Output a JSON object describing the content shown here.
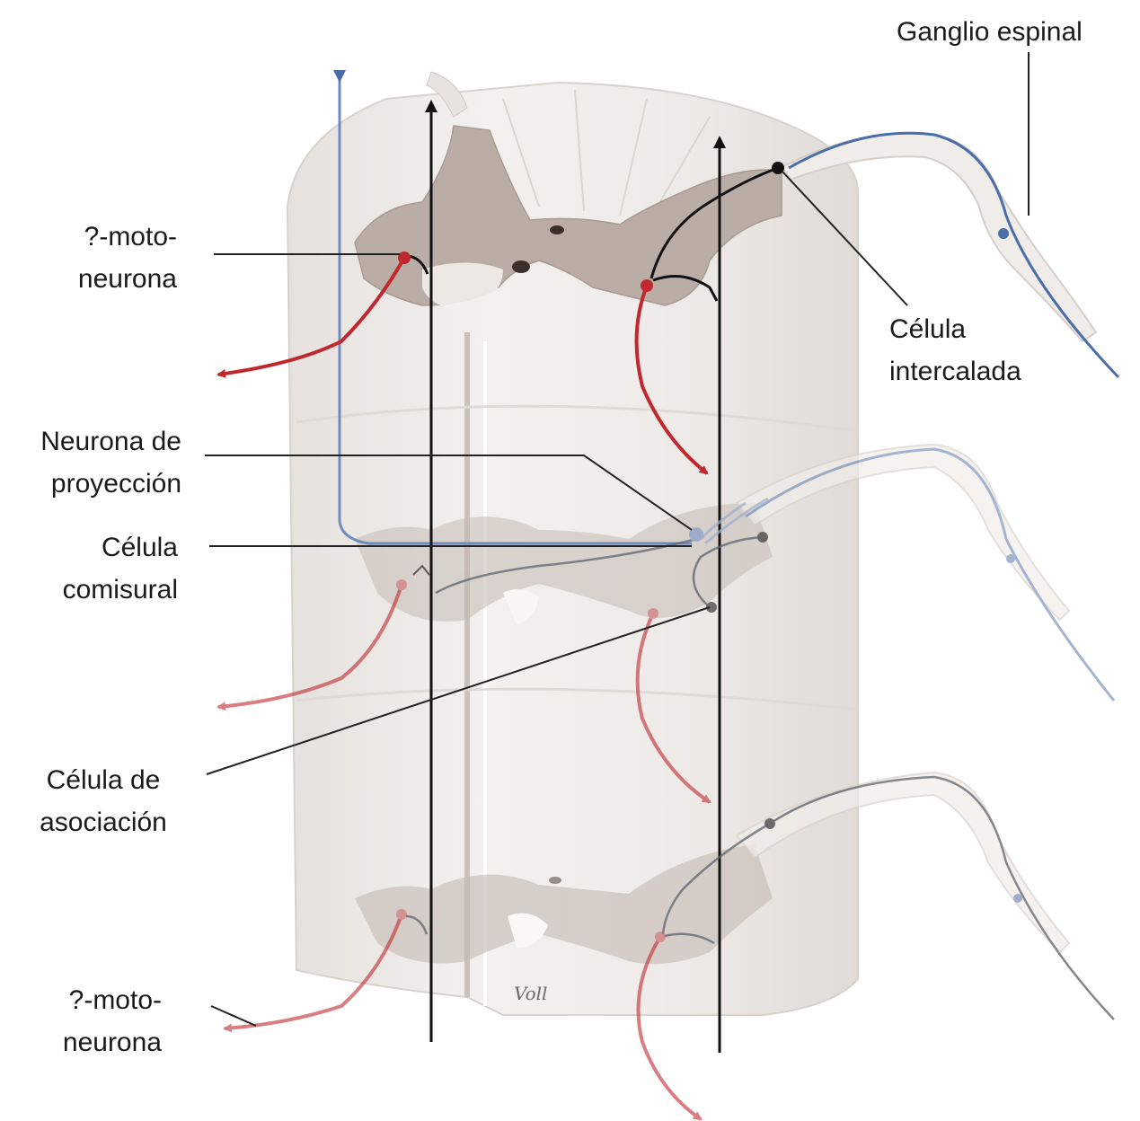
{
  "labels": {
    "ganglio": "Ganglio espinal",
    "motoneurona_top": {
      "line1": "?-moto-",
      "line2": "neurona"
    },
    "celula_intercalada": {
      "line1": "Célula",
      "line2": "intercalada"
    },
    "neurona_proyeccion": {
      "line1": "Neurona de",
      "line2": "proyección"
    },
    "celula_comisural": {
      "line1": "Célula",
      "line2": "comisural"
    },
    "celula_asociacion": {
      "line1": "Célula de",
      "line2": "asociación"
    },
    "motoneurona_bottom": {
      "line1": "?-moto-",
      "line2": "neurona"
    }
  },
  "signature": "Voll",
  "colors": {
    "white_matter": "#efebe8",
    "white_matter_shade": "#e3ddd8",
    "grey_matter": "#b7aba3",
    "motor_red": "#c0282e",
    "sensory_blue": "#4b6ea8",
    "tract_black": "#111111",
    "leader_line": "#222222"
  }
}
